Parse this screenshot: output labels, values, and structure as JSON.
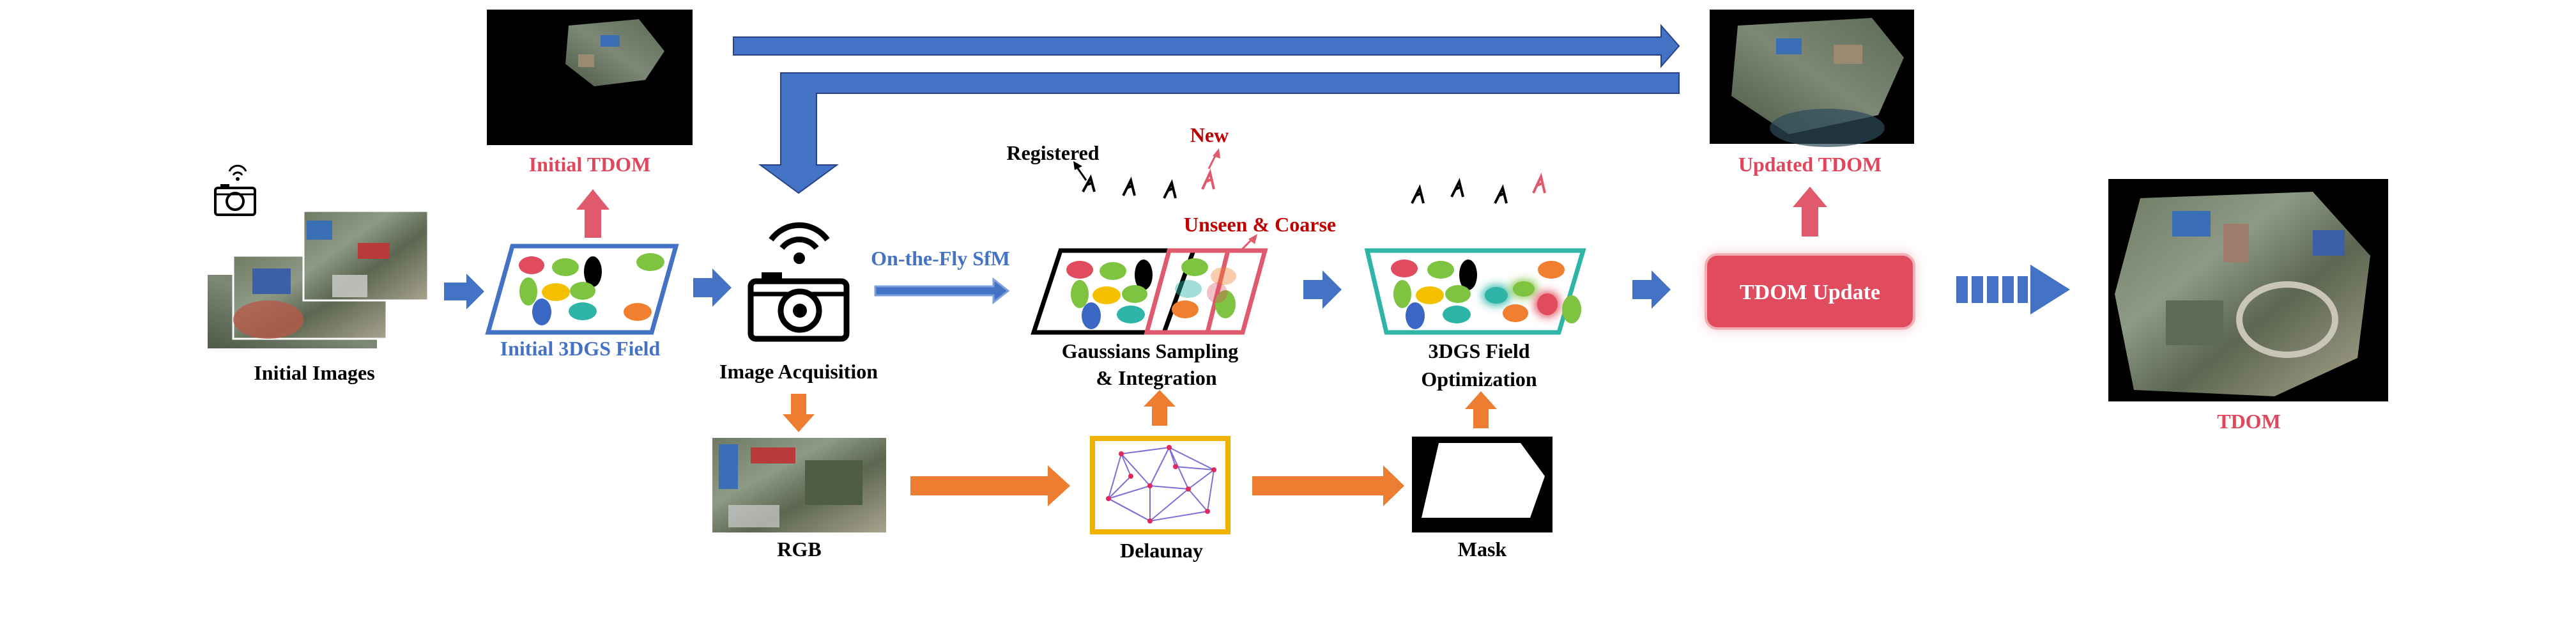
{
  "labels": {
    "initial_images": "Initial Images",
    "initial_3dgs_field": "Initial 3DGS Field",
    "initial_tdom": "Initial TDOM",
    "image_acquisition": "Image Acquisition",
    "on_the_fly_sfm": "On-the-Fly SfM",
    "registered": "Registered",
    "new": "New",
    "unseen_coarse": "Unseen & Coarse",
    "gaussians_sampling_line1": "Gaussians Sampling",
    "gaussians_sampling_line2": "& Integration",
    "field_opt_line1": "3DGS Field",
    "field_opt_line2": "Optimization",
    "updated_tdom": "Updated TDOM",
    "tdom_update": "TDOM Update",
    "tdom": "TDOM",
    "rgb": "RGB",
    "delaunay": "Delaunay",
    "mask": "Mask"
  },
  "colors": {
    "blue_arrow": "#4472C4",
    "orange_arrow": "#ED7D31",
    "red_arrow": "#E05A6E",
    "label_blue": "#4472C4",
    "label_red": "#E0475C",
    "label_dark_red": "#C00000",
    "teal": "#2FB5A8",
    "button_fill": "#E04B5E",
    "delaunay_border": "#F0B400",
    "delaunay_lines": "#7E6FD8",
    "delaunay_points": "#E0285C"
  },
  "icons": {
    "camera_icon": "camera-with-wifi-icon",
    "small_camera_icon": "small-camera-with-wifi-icon"
  }
}
